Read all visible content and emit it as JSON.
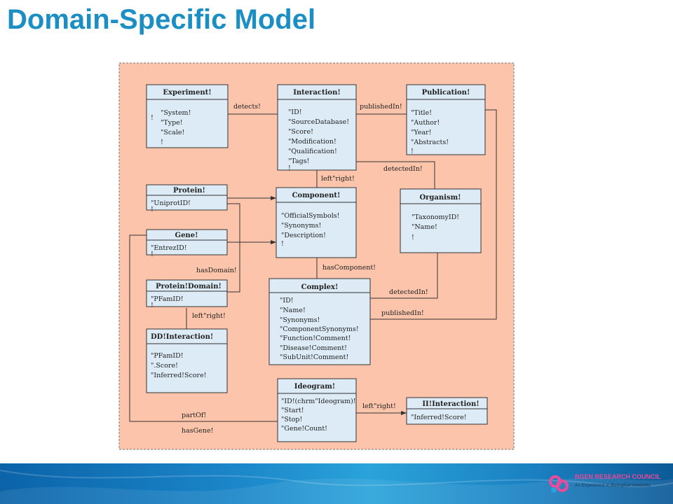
{
  "slide": {
    "title": "Domain-Specific Model"
  },
  "entities": [
    {
      "id": "experiment",
      "title": "Experiment!",
      "attrs": [
        "\"System!",
        "\"Type!",
        "\"Scale!",
        "!"
      ],
      "extra": "!"
    },
    {
      "id": "interaction",
      "title": "Interaction!",
      "attrs": [
        "\"ID!",
        "\"SourceDatabase!",
        "\"Score!",
        "\"Modification!",
        "\"Qualification!",
        "\"Tags!",
        "!"
      ]
    },
    {
      "id": "publication",
      "title": "Publication!",
      "attrs": [
        "\"Title!",
        "\"Author!",
        "\"Year!",
        "\"Abstracts!",
        "!"
      ]
    },
    {
      "id": "protein",
      "title": "Protein!",
      "attrs": [
        "\"UniprotID!",
        "!"
      ]
    },
    {
      "id": "component",
      "title": "Component!",
      "attrs": [
        "\"OfficialSymbols!",
        "\"Synonyms!",
        "\"Description!",
        "!"
      ]
    },
    {
      "id": "organism",
      "title": "Organism!",
      "attrs": [
        "\"TaxonomyID!",
        "\"Name!",
        "!"
      ]
    },
    {
      "id": "gene",
      "title": "Gene!",
      "attrs": [
        "\"EntrezID!",
        "!"
      ]
    },
    {
      "id": "proteindomain",
      "title": "Protein!Domain!",
      "attrs": [
        "\"PFamID!",
        "!"
      ]
    },
    {
      "id": "complex",
      "title": "Complex!",
      "attrs": [
        "\"ID!",
        "\"Name!",
        "\"Synonyms!",
        "\"ComponentSynonyms!",
        "\"Function!Comment!",
        "\"Disease!Comment!",
        "\"SubUnit!Comment!"
      ]
    },
    {
      "id": "ddinteraction",
      "title": "DD!Interaction!",
      "attrs": [
        "\"PFamID!",
        "\".Score!",
        "\"Inferred!Score!"
      ]
    },
    {
      "id": "ideogram",
      "title": "Ideogram!",
      "attrs": [
        "\"ID!(chrm\"Ideogram)!",
        "\"Start!",
        "\"Stop!",
        "\"Gene!Count!"
      ]
    },
    {
      "id": "iiinteraction",
      "title": "II!Interaction!",
      "attrs": [
        "\"Inferred!Score!"
      ]
    }
  ],
  "relations": [
    {
      "id": "detects",
      "label": "detects!"
    },
    {
      "id": "publishedin1",
      "label": "publishedIn!"
    },
    {
      "id": "detectedin1",
      "label": "detectedIn!"
    },
    {
      "id": "leftright1",
      "label": "left\"right!"
    },
    {
      "id": "hasdomain",
      "label": "hasDomain!"
    },
    {
      "id": "hascomponent",
      "label": "hasComponent!"
    },
    {
      "id": "detectedin2",
      "label": "detectedIn!"
    },
    {
      "id": "publishedin2",
      "label": "publishedIn!"
    },
    {
      "id": "leftright2",
      "label": "left\"right!"
    },
    {
      "id": "partof",
      "label": "partOf!"
    },
    {
      "id": "hasgene",
      "label": "hasGene!"
    },
    {
      "id": "leftright3",
      "label": "left\"right!"
    }
  ],
  "colors": {
    "title": "#1b8fc4",
    "canvas_fill": "#fbc4ab",
    "entity_fill": "#dcebf5",
    "line": "#333333"
  },
  "footer": {
    "logo_name": "BGEN RESEARCH COUNCIL",
    "logo_tagline": "An Experiment in Biological Networks"
  }
}
